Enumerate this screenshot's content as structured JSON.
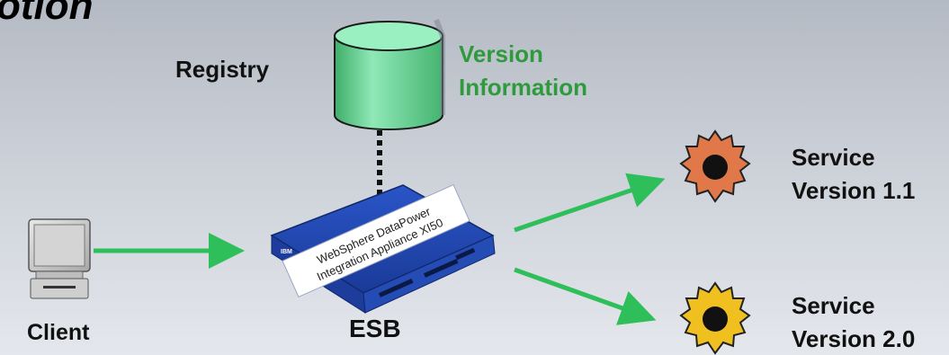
{
  "title": "otion",
  "labels": {
    "registry": "Registry",
    "version_info_1": "Version",
    "version_info_2": "Information",
    "client": "Client",
    "esb": "ESB",
    "service1_line1": "Service",
    "service1_line2": "Version 1.1",
    "service2_line1": "Service",
    "service2_line2": "Version 2.0"
  },
  "device_text": {
    "line1": "WebSphere DataPower",
    "line2": "Integration Appliance XI50",
    "brand": "IBM"
  },
  "colors": {
    "arrow": "#2fbf5a",
    "registry_cylinder": "#7fe0a8",
    "gear_1": "#e0784a",
    "gear_2": "#f0c020",
    "version_text": "#2f9a3c"
  }
}
